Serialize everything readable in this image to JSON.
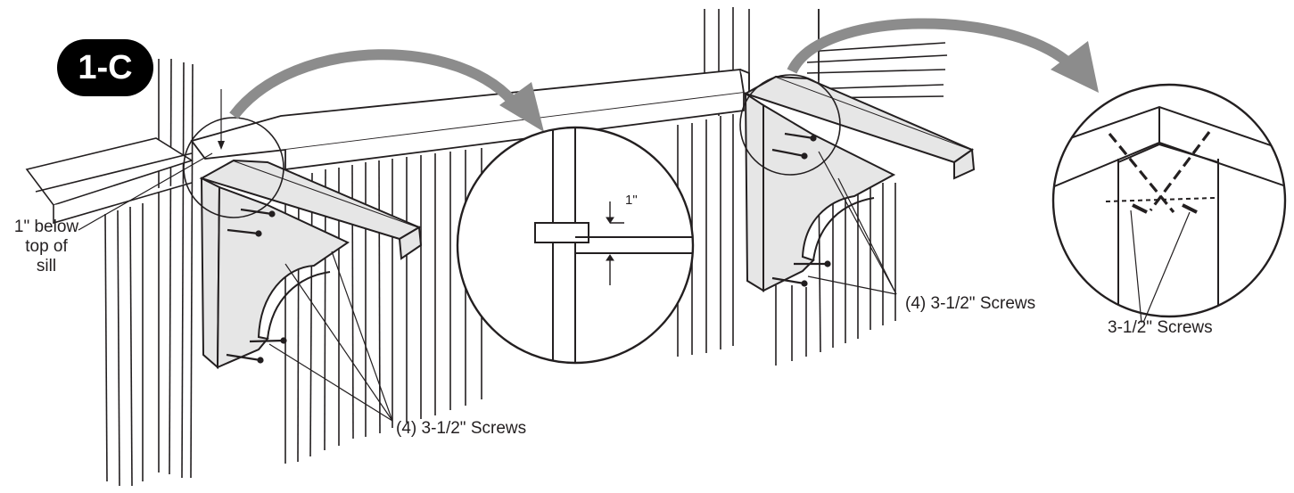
{
  "step": {
    "badge": "1-C"
  },
  "labels": {
    "below_sill_line1": "1\" below",
    "below_sill_line2": "top of",
    "below_sill_line3": "sill",
    "screws_left": "(4) 3-1/2\" Screws",
    "screws_right": "(4) 3-1/2\" Screws",
    "screws_detail": "3-1/2\" Screws",
    "dimension_inch": "1\""
  },
  "colors": {
    "ink": "#231f20",
    "bracket_fill": "#e6e6e6",
    "arrow_fill": "#8c8c8c",
    "background": "#ffffff"
  }
}
